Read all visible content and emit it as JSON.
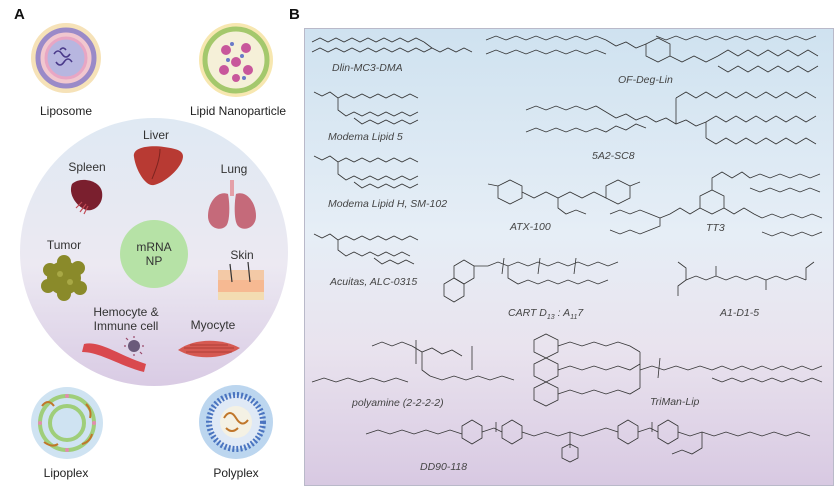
{
  "panel_a": {
    "letter": "A",
    "carriers": {
      "liposome": "Liposome",
      "lipid_nanoparticle": "Lipid Nanoparticle",
      "lipoplex": "Lipoplex",
      "polyplex": "Polyplex"
    },
    "center": {
      "line1": "mRNA",
      "line2": "NP"
    },
    "targets": {
      "liver": "Liver",
      "spleen": "Spleen",
      "lung": "Lung",
      "tumor": "Tumor",
      "skin": "Skin",
      "hemocyte_line1": "Hemocyte &",
      "hemocyte_line2": "Immune cell",
      "myocyte": "Myocyte"
    }
  },
  "panel_b": {
    "letter": "B",
    "molecules": {
      "dlin": "Dlin-MC3-DMA",
      "ofdeg": "OF-Deg-Lin",
      "moderna5": "Modema Lipid 5",
      "a2sc8": "5A2-SC8",
      "modernaH": "Modema Lipid H, SM-102",
      "atx": "ATX-100",
      "tt3": "TT3",
      "acuitas": "Acuitas, ALC-0315",
      "cart_prefix": "CART D",
      "cart_sub1": "13",
      "cart_mid": " : A",
      "cart_sub2": "11",
      "cart_suffix": "7",
      "a1d15": "A1-D1-5",
      "polyamine": "polyamine (2-2-2-2)",
      "triman": "TriMan-Lip",
      "dd90": "DD90-118"
    }
  },
  "colors": {
    "liver": "#b83a33",
    "spleen": "#7a1f2e",
    "lung": "#c56a7a",
    "tumor": "#8a8a2a",
    "mrna_np": "#b6e2a6"
  }
}
